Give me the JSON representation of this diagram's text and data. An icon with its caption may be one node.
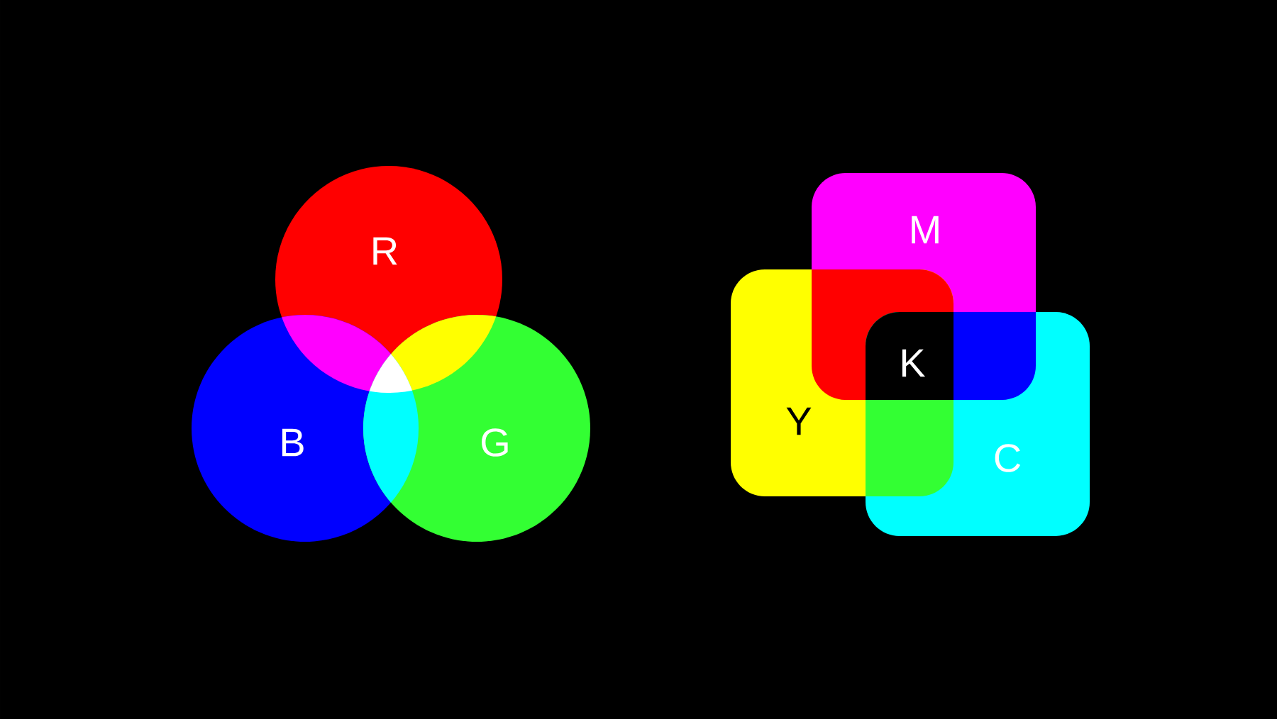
{
  "diagram": {
    "nodes": [
      {
        "text": [
          "R"
        ]
      },
      {
        "text": [
          "B"
        ]
      },
      {
        "text": [
          "G"
        ]
      },
      {
        "text": [
          "M"
        ]
      },
      {
        "text": [
          "Y"
        ]
      },
      {
        "text": [
          "C"
        ]
      }
    ],
    "labels": [
      "K"
    ]
  }
}
